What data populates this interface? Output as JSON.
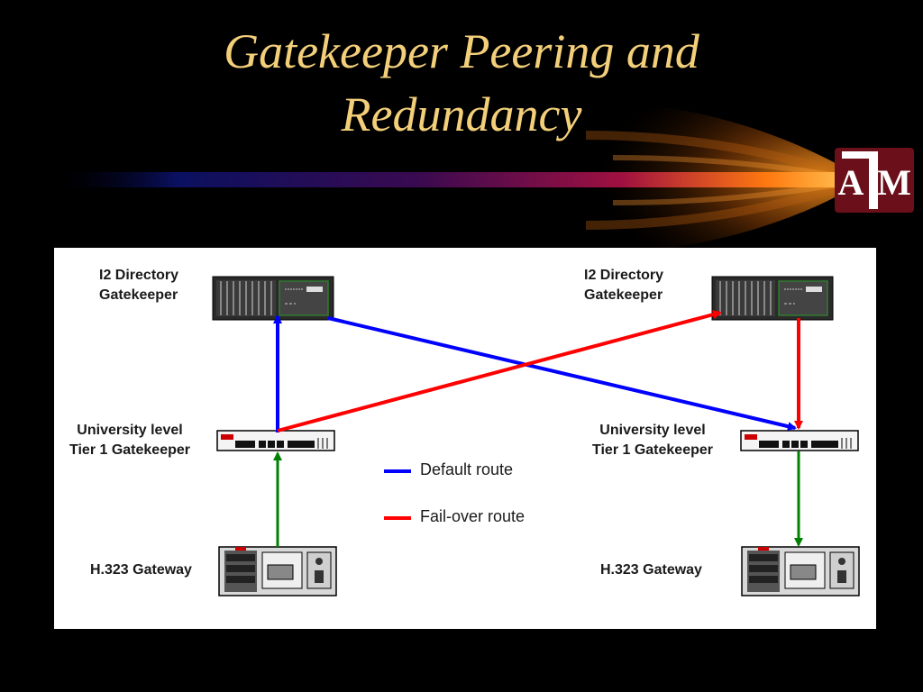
{
  "slide": {
    "title_line_1": "Gatekeeper Peering and",
    "title_line_2": "Redundancy",
    "title_color": "#f3cf7a"
  },
  "logo": {
    "text_a": "A",
    "text_m": "M",
    "description": "Texas A&M logo",
    "color": "#6b0f1a"
  },
  "diagram": {
    "left_directory_label_1": "I2 Directory",
    "left_directory_label_2": "Gatekeeper",
    "right_directory_label_1": "I2 Directory",
    "right_directory_label_2": "Gatekeeper",
    "left_tier1_label_1": "University level",
    "left_tier1_label_2": "Tier 1 Gatekeeper",
    "right_tier1_label_1": "University level",
    "right_tier1_label_2": "Tier 1 Gatekeeper",
    "left_gateway_label": "H.323 Gateway",
    "right_gateway_label": "H.323 Gateway",
    "legend": [
      {
        "label": "Default route",
        "color": "#0000ff"
      },
      {
        "label": "Fail-over route",
        "color": "#ff0000"
      }
    ],
    "local_link_color": "#008000"
  }
}
